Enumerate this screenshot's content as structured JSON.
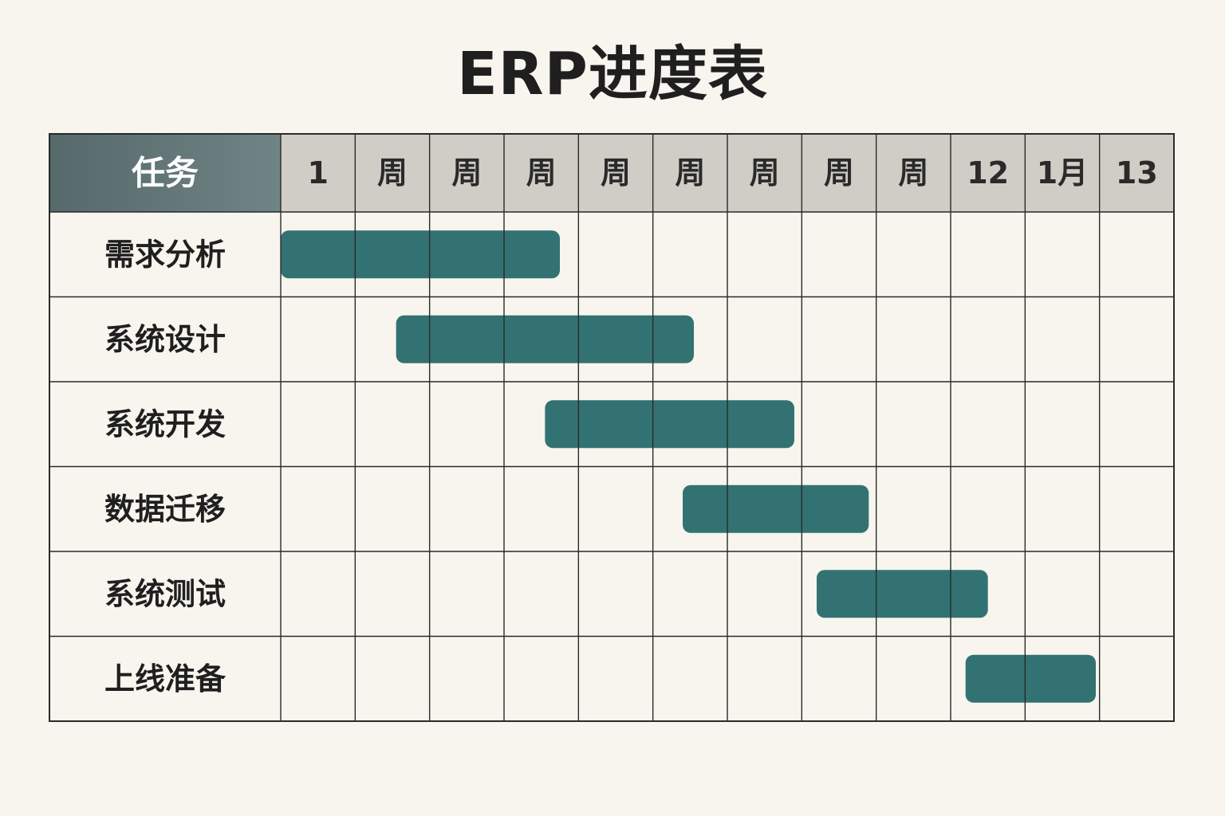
{
  "chart_data": {
    "type": "bar",
    "subtype": "gantt",
    "title": "ERP进度表",
    "task_header": "任务",
    "columns": [
      "1",
      "周",
      "周",
      "周",
      "周",
      "周",
      "周",
      "周",
      "周",
      "12",
      "1月",
      "13"
    ],
    "tasks": [
      {
        "name": "需求分析",
        "start": 0,
        "end": 3.75
      },
      {
        "name": "系统设计",
        "start": 1.55,
        "end": 5.55
      },
      {
        "name": "系统开发",
        "start": 3.55,
        "end": 6.9
      },
      {
        "name": "数据迁移",
        "start": 5.4,
        "end": 7.9
      },
      {
        "name": "系统测试",
        "start": 7.2,
        "end": 9.5
      },
      {
        "name": "上线准备",
        "start": 9.2,
        "end": 10.95
      }
    ],
    "xlim": [
      0,
      12
    ],
    "grid": true
  },
  "colors": {
    "background": "#f7f5ee",
    "bar": "#337272",
    "header_task_start": "#56696b",
    "header_task_end": "#6f8485",
    "header_cell": "#cfcdc6",
    "grid": "#2a2a2a",
    "cell": "#f7f5ee"
  }
}
